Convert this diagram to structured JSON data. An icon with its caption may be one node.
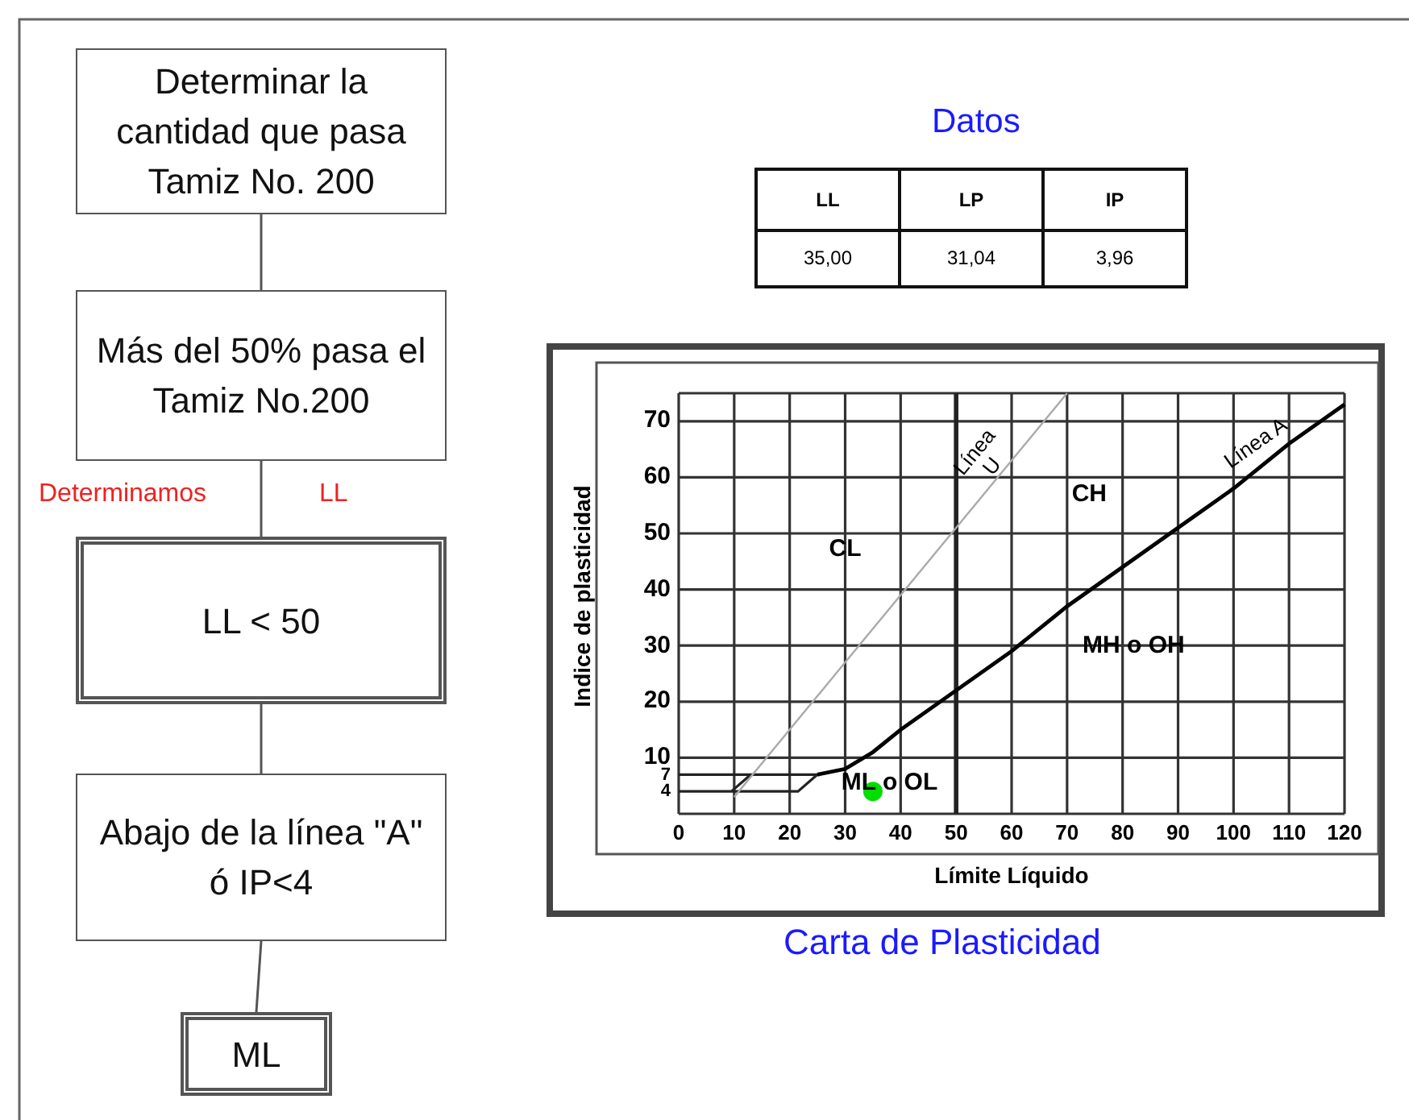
{
  "diagram": {
    "nodes": [
      {
        "text": [
          "Determinar la cantidad que pasa Tamiz No. 200"
        ]
      },
      {
        "text": [
          "Más del 50% pasa el Tamiz No.200"
        ]
      },
      {
        "text": [
          "LL < 50"
        ]
      },
      {
        "text": [
          "Abajo de la línea \"A\" ó IP<4"
        ]
      },
      {
        "text": [
          "ML"
        ]
      }
    ],
    "edges": [
      {
        "from": 0,
        "to": 1,
        "arrow": "none"
      },
      {
        "from": 1,
        "to": 2,
        "arrow": "none"
      },
      {
        "from": 2,
        "to": 3,
        "arrow": "none"
      },
      {
        "from": 3,
        "to": 4,
        "arrow": "none"
      }
    ],
    "labels": [
      "Determinamos",
      "LL",
      "Datos",
      "LL",
      "LP",
      "IP",
      "35,00",
      "31,04",
      "3,96",
      "Carta de Plasticidad"
    ],
    "chart_data": {
      "type": "line",
      "xlabel": "Límite Líquido",
      "ylabel": "Indice de plasticidad",
      "x": [
        10,
        20,
        25,
        30,
        35,
        40,
        50,
        60,
        70,
        80,
        90,
        100,
        110,
        120
      ],
      "series": [
        {
          "name": "Línea U",
          "color": "#aaaaaa",
          "values": [
            3,
            15,
            21,
            27,
            33,
            39,
            51,
            63,
            75,
            null,
            null,
            null,
            null,
            null
          ]
        },
        {
          "name": "Línea A",
          "color": "#000000",
          "values": [
            null,
            null,
            7,
            8,
            11,
            15,
            22,
            29,
            37,
            44,
            51,
            58,
            66,
            73
          ]
        },
        {
          "color": "#00dd00",
          "marker": "circle",
          "values": [
            null,
            null,
            null,
            null,
            4,
            null,
            null,
            null,
            null,
            null,
            null,
            null,
            null,
            null
          ]
        }
      ],
      "grid": true,
      "ref_lines": [
        {
          "axis": "x",
          "value": 50
        }
      ],
      "xlim": [
        0,
        120
      ],
      "ylim": [
        0,
        75
      ],
      "xticks": [
        0,
        10,
        20,
        30,
        40,
        50,
        60,
        70,
        80,
        90,
        100,
        110,
        120
      ],
      "yticks": [
        4,
        7,
        10,
        20,
        30,
        40,
        50,
        60,
        70
      ],
      "annotations": [
        "CL",
        "CH",
        "MH o OH",
        "ML o OL"
      ]
    }
  }
}
